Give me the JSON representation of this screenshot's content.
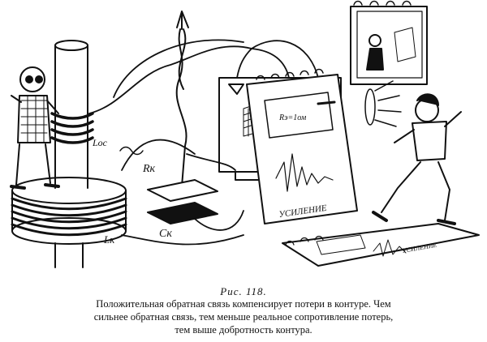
{
  "figure": {
    "labels": {
      "l_oc": "Lос",
      "r_k": "Rк",
      "c_k": "Cк",
      "l_k": "Lк",
      "r_e": "Rэ=1ом",
      "amplification": "УСИЛЕНИЕ",
      "amplification_small": "УСИЛЕНИЕ"
    }
  },
  "caption": {
    "figure_number": "Рис. 118.",
    "lines": [
      "Положительная обратная связь компенсирует потери в контуре. Чем",
      "сильнее обратная связь, тем меньше реальное сопротивление потерь,",
      "тем выше добротность контура."
    ]
  }
}
